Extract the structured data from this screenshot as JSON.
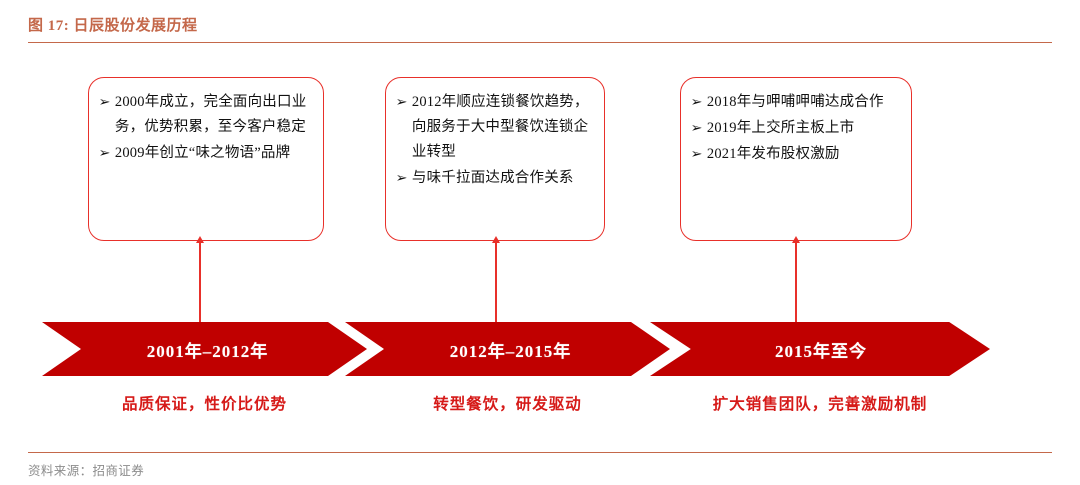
{
  "figure": {
    "title": "图 17: 日辰股份发展历程",
    "source_label": "资料来源：招商证券",
    "accent_color": "#C4684A",
    "arrow_color": "#C00000",
    "box_border_color": "#E8302A",
    "caption_color": "#D61A18"
  },
  "boxes": [
    {
      "bullet_icon": "➢",
      "items": [
        "2000年成立，完全面向出口业务，优势积累，至今客户稳定",
        "2009年创立“味之物语”品牌"
      ]
    },
    {
      "bullet_icon": "➢",
      "items": [
        "2012年顺应连锁餐饮趋势，向服务于大中型餐饮连锁企业转型",
        "与味千拉面达成合作关系"
      ]
    },
    {
      "bullet_icon": "➢",
      "items": [
        "2018年与呷哺呷哺达成合作",
        "2019年上交所主板上市",
        "2021年发布股权激励"
      ]
    }
  ],
  "phases": [
    {
      "period": "2001年–2012年",
      "caption": "品质保证，性价比优势"
    },
    {
      "period": "2012年–2015年",
      "caption": "转型餐饮，研发驱动"
    },
    {
      "period": "2015年至今",
      "caption": "扩大销售团队，完善激励机制"
    }
  ]
}
